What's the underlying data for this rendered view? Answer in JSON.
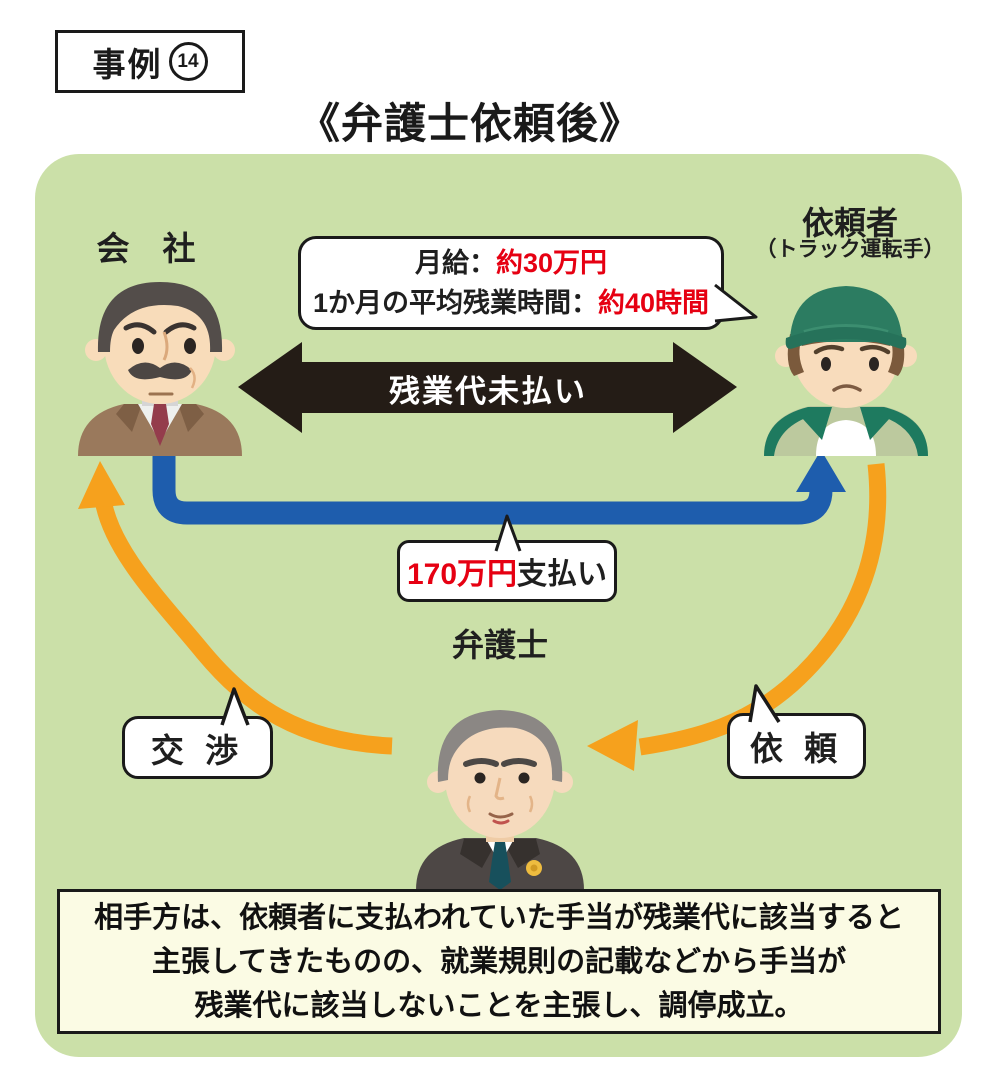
{
  "header": {
    "case_prefix": "事例",
    "case_number": "14",
    "title": "《弁護士依頼後》"
  },
  "actors": {
    "company": {
      "label": "会　社"
    },
    "client": {
      "label": "依頼者",
      "sublabel": "（トラック運転手）"
    },
    "lawyer": {
      "label": "弁護士"
    }
  },
  "info_bubble": {
    "line1_label": "月給：",
    "line1_value": "約30万円",
    "line2_label": "1か月の平均残業時間：",
    "line2_value": "約40時間"
  },
  "dispute_arrow": {
    "label": "残業代未払い"
  },
  "payment_bubble": {
    "value": "170万円",
    "suffix": "支払い"
  },
  "negotiation_bubble": {
    "label": "交 渉"
  },
  "request_bubble": {
    "label": "依 頼"
  },
  "summary": {
    "line1": "相手方は、依頼者に支払われていた手当が残業代に該当すると",
    "line2": "主張してきたものの、就業規則の記載などから手当が",
    "line3": "残業代に該当しないことを主張し、調停成立。"
  },
  "colors": {
    "panel_green": "#cbe0a8",
    "arrow_black": "#241c16",
    "arrow_blue": "#1e5dad",
    "arrow_orange": "#f6a11d",
    "accent_red": "#e60012",
    "summary_bg": "#fbfbe4"
  }
}
